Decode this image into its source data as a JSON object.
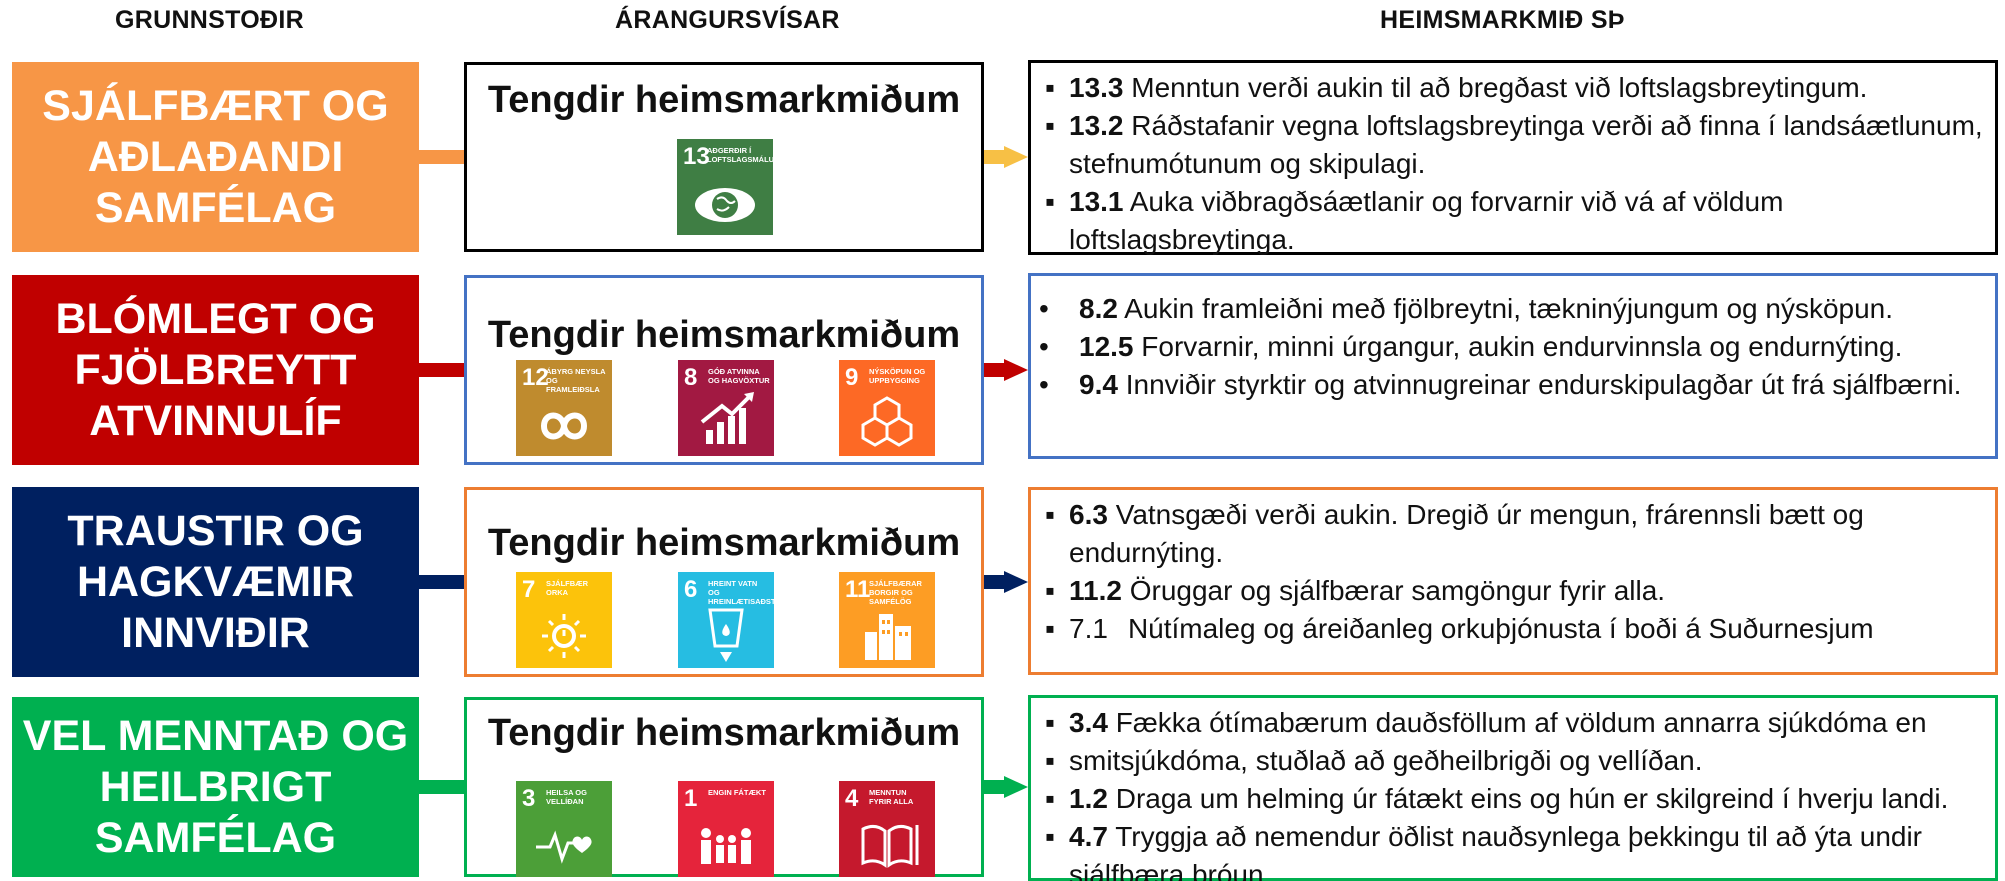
{
  "headers": {
    "pillars": "GRUNNSTOÐIR",
    "indicators": "ÁRANGURSVÍSAR",
    "goals": "HEIMSMARKMIÐ SÞ"
  },
  "rows": [
    {
      "pillar": "SJÁLFBÆRT OG\nAÐLAÐANDI\nSAMFÉLAG",
      "pillar_color": "#F79646",
      "arrow_color": "#F79646",
      "arrow_head_color": "#F7C045",
      "indicator_border": "#000000",
      "target_border": "#000000",
      "indicator_title": "Tengdir heimsmarkmiðum",
      "sdgs": [
        {
          "number": "13",
          "label": "AÐGERÐIR Í LOFTSLAGSMÁLUM",
          "color": "#3F7E44",
          "icon": "eye-globe-icon"
        }
      ],
      "bullet": "▪",
      "targets": [
        {
          "code": "13.3",
          "text": " Menntun verði aukin til að bregðast við loftslagsbreytingum."
        },
        {
          "code": "13.2",
          "text": " Ráðstafanir vegna loftslagsbreytinga verði að finna í landsáætlunum, stefnumótunum og skipulagi."
        },
        {
          "code": "13.1",
          "text": " Auka viðbragðsáætlanir og forvarnir við vá af völdum loftslagsbreytinga."
        }
      ]
    },
    {
      "pillar": "BLÓMLEGT OG\nFJÖLBREYTT\nATVINNULÍF",
      "pillar_color": "#C00000",
      "arrow_color": "#C00000",
      "arrow_head_color": "#C00000",
      "indicator_border": "#4472C4",
      "target_border": "#4472C4",
      "indicator_title": "Tengdir heimsmarkmiðum",
      "sdgs": [
        {
          "number": "12",
          "label": "ÁBYRG NEYSLA OG FRAMLEIÐSLA",
          "color": "#BF8B2E",
          "icon": "infinity-icon"
        },
        {
          "number": "8",
          "label": "GÓÐ ATVINNA OG HAGVÖXTUR",
          "color": "#A21942",
          "icon": "growth-chart-icon"
        },
        {
          "number": "9",
          "label": "NÝSKÖPUN OG UPPBYGGING",
          "color": "#FD6925",
          "icon": "cubes-icon"
        }
      ],
      "bullet": "•",
      "targets": [
        {
          "code": "8.2",
          "text": " Aukin framleiðni með fjölbreytni, tækninýjungum og nýsköpun."
        },
        {
          "code": "12.5",
          "text": " Forvarnir, minni úrgangur, aukin endurvinnsla og endurnýting."
        },
        {
          "code": "9.4",
          "text": " Innviðir styrktir og atvinnugreinar endurskipulagðar út frá sjálfbærni."
        }
      ]
    },
    {
      "pillar": "TRAUSTIR OG\nHAGKVÆMIR\nINNVIÐIR",
      "pillar_color": "#002060",
      "arrow_color": "#002060",
      "arrow_head_color": "#002060",
      "indicator_border": "#ED7D31",
      "target_border": "#ED7D31",
      "indicator_title": "Tengdir heimsmarkmiðum",
      "sdgs": [
        {
          "number": "7",
          "label": "SJÁLFBÆR ORKA",
          "color": "#FCC30B",
          "icon": "sun-power-icon"
        },
        {
          "number": "6",
          "label": "HREINT VATN OG HREINLÆTISAÐSTAÐA",
          "color": "#26BDE2",
          "icon": "water-glass-icon"
        },
        {
          "number": "11",
          "label": "SJÁLFBÆRAR BORGIR OG SAMFÉLÖG",
          "color": "#FD9D24",
          "icon": "city-icon"
        }
      ],
      "bullet": "▪",
      "targets": [
        {
          "code": "6.3",
          "text": " Vatnsgæði verði aukin. Dregið úr mengun, frárennsli bætt og endurnýting."
        },
        {
          "code": "11.2",
          "text": " Öruggar og sjálfbærar samgöngur fyrir alla."
        },
        {
          "code": "",
          "plain": "7.1",
          "text": "Nútímaleg og áreiðanleg orkuþjónusta í boði á Suðurnesjum"
        }
      ]
    },
    {
      "pillar": "VEL MENNTAÐ OG\nHEILBRIGT\nSAMFÉLAG",
      "pillar_color": "#00B050",
      "arrow_color": "#00B050",
      "arrow_head_color": "#00B050",
      "indicator_border": "#00B050",
      "target_border": "#00B050",
      "indicator_title": "Tengdir heimsmarkmiðum",
      "sdgs": [
        {
          "number": "3",
          "label": "HEILSA OG VELLÍÐAN",
          "color": "#4C9F38",
          "icon": "heartbeat-icon"
        },
        {
          "number": "1",
          "label": "ENGIN FÁTÆKT",
          "color": "#E5243B",
          "icon": "family-icon"
        },
        {
          "number": "4",
          "label": "MENNTUN FYRIR ALLA",
          "color": "#C5192D",
          "icon": "book-icon"
        }
      ],
      "bullet": "▪",
      "targets": [
        {
          "code": "3.4",
          "text": " Fækka ótímabærum dauðsföllum af völdum annarra sjúkdóma en"
        },
        {
          "code": "",
          "text": "smitsjúkdóma, stuðlað að geðheilbrigði og vellíðan."
        },
        {
          "code": "1.2",
          "text": " Draga um helming úr fátækt eins og hún er skilgreind í hverju landi."
        },
        {
          "code": "4.7",
          "text": " Tryggja að nemendur öðlist nauðsynlega þekkingu til að ýta undir sjálfbæra þróun."
        }
      ]
    }
  ]
}
